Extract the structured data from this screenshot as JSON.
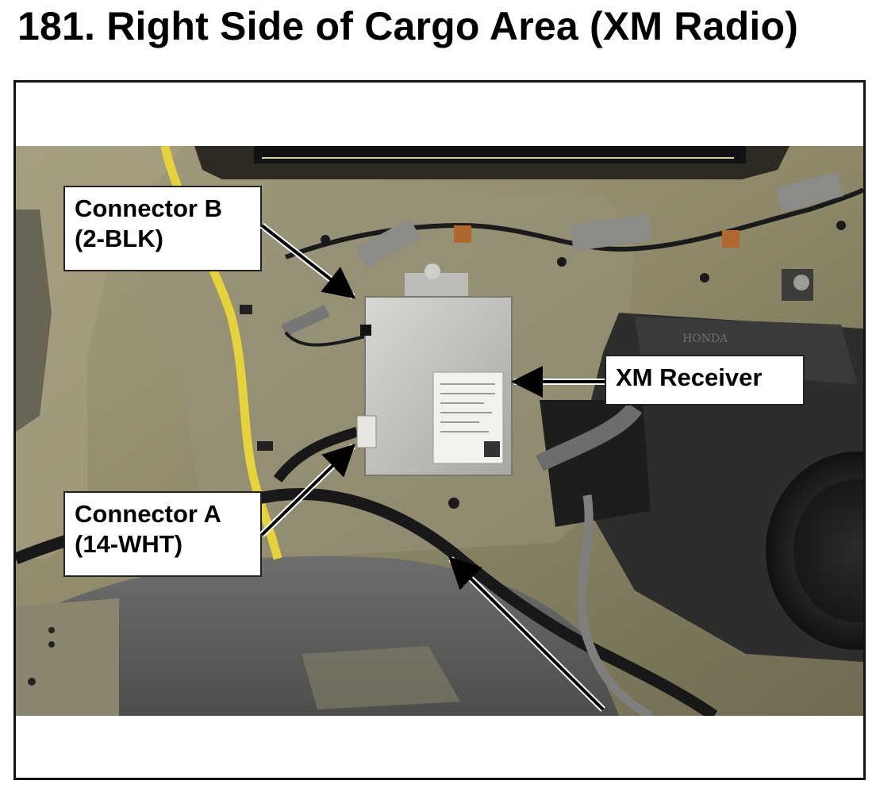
{
  "page": {
    "title": "181.  Right Side of Cargo Area (XM Radio)"
  },
  "callouts": {
    "connector_b": {
      "line1": "Connector B",
      "line2": "(2-BLK)"
    },
    "connector_a": {
      "line1": "Connector A",
      "line2": "(14-WHT)"
    },
    "xm_receiver": {
      "label": "XM Receiver"
    }
  },
  "photo": {
    "brand_text": "HONDA",
    "colors": {
      "body_panel": "#8f8a70",
      "harness": "#1a1a1a",
      "yellow_harness": "#e6d23a",
      "module": "#c9c6c0",
      "subwoofer": "#2b2b2b"
    }
  }
}
